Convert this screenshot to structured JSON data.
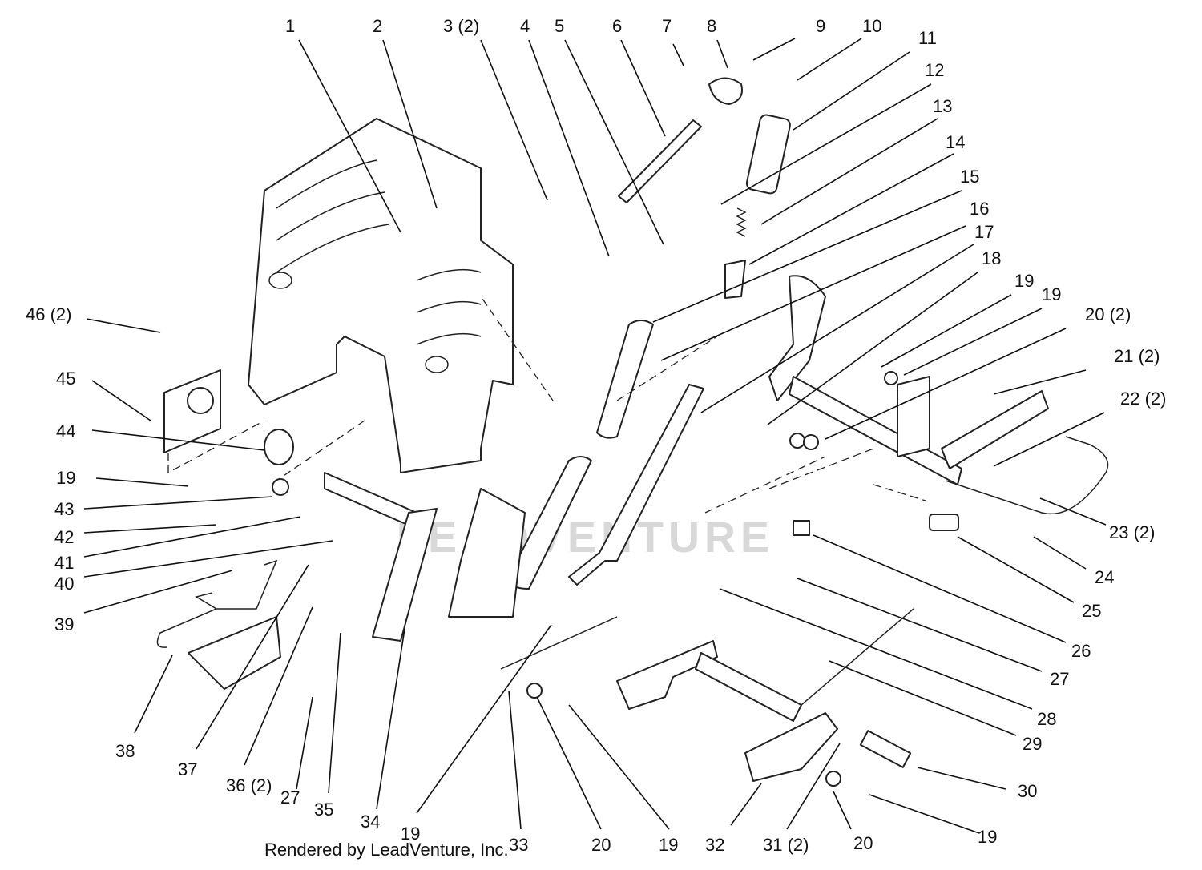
{
  "watermark": "LEADVENTURE",
  "credit": "Rendered by LeadVenture, Inc.",
  "callouts": [
    {
      "id": "c1",
      "label": "1"
    },
    {
      "id": "c2",
      "label": "2"
    },
    {
      "id": "c3",
      "label": "3 (2)"
    },
    {
      "id": "c4",
      "label": "4"
    },
    {
      "id": "c5",
      "label": "5"
    },
    {
      "id": "c6",
      "label": "6"
    },
    {
      "id": "c7",
      "label": "7"
    },
    {
      "id": "c8",
      "label": "8"
    },
    {
      "id": "c9",
      "label": "9"
    },
    {
      "id": "c10",
      "label": "10"
    },
    {
      "id": "c11",
      "label": "11"
    },
    {
      "id": "c12",
      "label": "12"
    },
    {
      "id": "c13",
      "label": "13"
    },
    {
      "id": "c14",
      "label": "14"
    },
    {
      "id": "c15",
      "label": "15"
    },
    {
      "id": "c16",
      "label": "16"
    },
    {
      "id": "c17",
      "label": "17"
    },
    {
      "id": "c18",
      "label": "18"
    },
    {
      "id": "c19a",
      "label": "19"
    },
    {
      "id": "c19b",
      "label": "19"
    },
    {
      "id": "c20a",
      "label": "20 (2)"
    },
    {
      "id": "c21",
      "label": "21 (2)"
    },
    {
      "id": "c22",
      "label": "22 (2)"
    },
    {
      "id": "c23",
      "label": "23 (2)"
    },
    {
      "id": "c24",
      "label": "24"
    },
    {
      "id": "c25",
      "label": "25"
    },
    {
      "id": "c26",
      "label": "26"
    },
    {
      "id": "c27a",
      "label": "27"
    },
    {
      "id": "c28",
      "label": "28"
    },
    {
      "id": "c29",
      "label": "29"
    },
    {
      "id": "c30",
      "label": "30"
    },
    {
      "id": "c19c",
      "label": "19"
    },
    {
      "id": "c20b",
      "label": "20"
    },
    {
      "id": "c31",
      "label": "31 (2)"
    },
    {
      "id": "c32",
      "label": "32"
    },
    {
      "id": "c19d",
      "label": "19"
    },
    {
      "id": "c20c",
      "label": "20"
    },
    {
      "id": "c33",
      "label": "33"
    },
    {
      "id": "c19e",
      "label": "19"
    },
    {
      "id": "c34",
      "label": "34"
    },
    {
      "id": "c35",
      "label": "35"
    },
    {
      "id": "c27b",
      "label": "27"
    },
    {
      "id": "c36",
      "label": "36 (2)"
    },
    {
      "id": "c37",
      "label": "37"
    },
    {
      "id": "c38",
      "label": "38"
    },
    {
      "id": "c39",
      "label": "39"
    },
    {
      "id": "c40",
      "label": "40"
    },
    {
      "id": "c41",
      "label": "41"
    },
    {
      "id": "c42",
      "label": "42"
    },
    {
      "id": "c43",
      "label": "43"
    },
    {
      "id": "c19f",
      "label": "19"
    },
    {
      "id": "c44",
      "label": "44"
    },
    {
      "id": "c45",
      "label": "45"
    },
    {
      "id": "c46",
      "label": "46 (2)"
    }
  ]
}
